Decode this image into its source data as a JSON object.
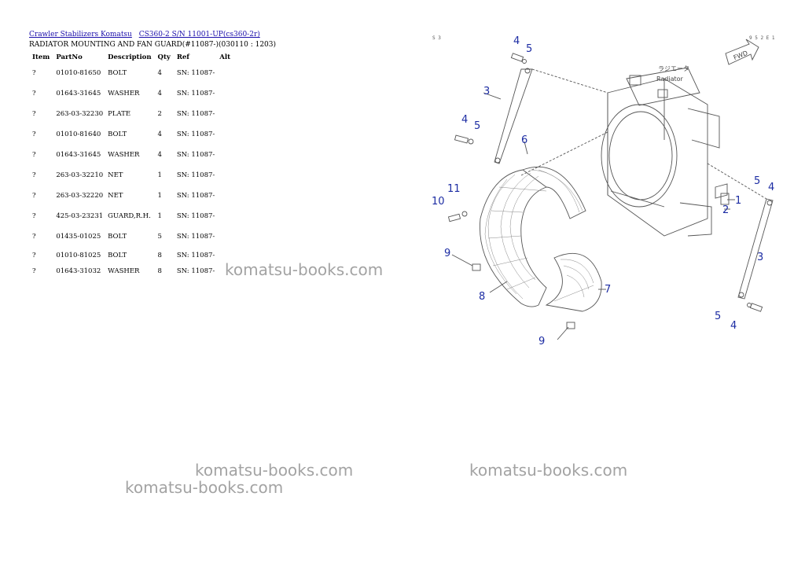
{
  "breadcrumb": {
    "links": [
      "Crawler Stabilizers Komatsu",
      "CS360-2 S/N 11001-UP(cs360-2r)"
    ]
  },
  "subtitle": "RADIATOR MOUNTING AND FAN GUARD(#11087-)(030110 : 1203)",
  "table": {
    "headers": [
      "Item",
      "PartNo",
      "Description",
      "Qty",
      "Ref",
      "Alt"
    ],
    "rows": [
      [
        "?",
        "01010-81650",
        "BOLT",
        "4",
        "SN: 11087-",
        ""
      ],
      [
        "?",
        "01643-31645",
        "WASHER",
        "4",
        "SN: 11087-",
        ""
      ],
      [
        "?",
        "263-03-32230",
        "PLATE",
        "2",
        "SN: 11087-",
        ""
      ],
      [
        "?",
        "01010-81640",
        "BOLT",
        "4",
        "SN: 11087-",
        ""
      ],
      [
        "?",
        "01643-31645",
        "WASHER",
        "4",
        "SN: 11087-",
        ""
      ],
      [
        "?",
        "263-03-32210",
        "NET",
        "1",
        "SN: 11087-",
        ""
      ],
      [
        "?",
        "263-03-32220",
        "NET",
        "1",
        "SN: 11087-",
        ""
      ],
      [
        "?",
        "425-03-23231",
        "GUARD,R.H.",
        "1",
        "SN: 11087-",
        ""
      ],
      [
        "?",
        "01435-01025",
        "BOLT",
        "5",
        "SN: 11087-",
        ""
      ],
      [
        "?",
        "01010-81025",
        "BOLT",
        "8",
        "SN: 11087-",
        ""
      ],
      [
        "?",
        "01643-31032",
        "WASHER",
        "8",
        "SN: 11087-",
        ""
      ]
    ]
  },
  "watermarks": [
    "komatsu-books.com",
    "komatsu-books.com",
    "komatsu-books.com",
    "komatsu-books.com"
  ],
  "diagram": {
    "radiator_label_jp": "ラジエータ",
    "radiator_label": "Radiator",
    "fwd_label": "FWD",
    "corner_code_left": "S 3",
    "corner_code_right": "9 5 2 E 1",
    "callouts": [
      "4",
      "5",
      "3",
      "4",
      "5",
      "6",
      "11",
      "10",
      "9",
      "8",
      "7",
      "9",
      "5",
      "4",
      "1",
      "2",
      "3",
      "5",
      "4"
    ]
  },
  "colors": {
    "link": "#1a0dab",
    "callout": "#1c2ca3",
    "watermark": "#a3a3a3"
  }
}
